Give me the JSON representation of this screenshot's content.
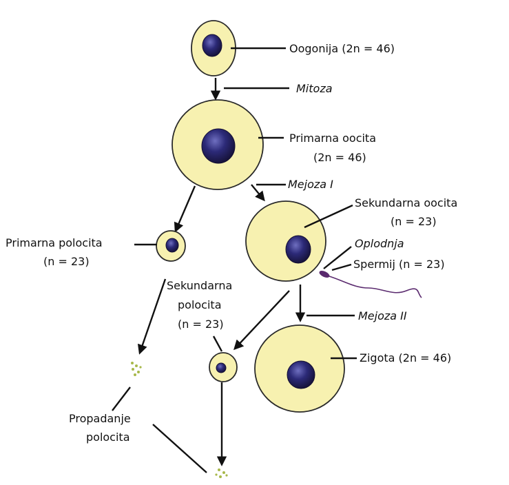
{
  "labels": {
    "oogonija": "Oogonija (2n = 46)",
    "mitoza": "Mitoza",
    "primarna_oocita_line1": "Primarna oocita",
    "primarna_oocita_line2": "(2n = 46)",
    "mejoza_1": "Mejoza I",
    "sekundarna_oocita_line1": "Sekundarna oocita",
    "sekundarna_oocita_line2": "(n = 23)",
    "oplodnja": "Oplodnja",
    "spermij": "Spermij (n = 23)",
    "primarna_polocita_line1": "Primarna polocita",
    "primarna_polocita_line2": "(n = 23)",
    "sekundarna_polocita_line1": "Sekundarna",
    "sekundarna_polocita_line2": "polocita",
    "sekundarna_polocita_line3": "(n = 23)",
    "mejoza_2": "Mejoza II",
    "zigota": "Zigota (2n = 46)",
    "propadanje_line1": "Propadanje",
    "propadanje_line2": "polocita"
  },
  "colors": {
    "cell_fill": "#f7f1b0",
    "nucleus": "#1e1a4d",
    "sperm": "#5a2a6e"
  }
}
